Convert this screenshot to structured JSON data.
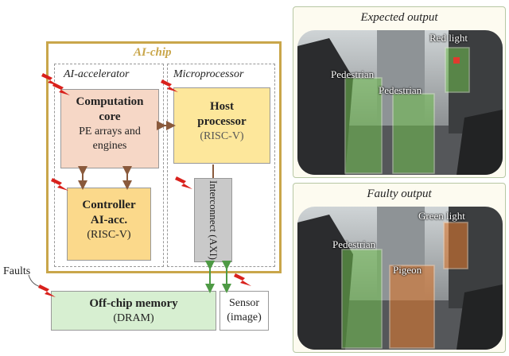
{
  "chip": {
    "title": "AI-chip",
    "accelerator_title": "AI-accelerator",
    "microprocessor_title": "Microprocessor",
    "computation": {
      "title_line1": "Computation",
      "title_line2": "core",
      "sub_line1": "PE arrays and",
      "sub_line2": "engines"
    },
    "host": {
      "title_line1": "Host",
      "title_line2": "processor",
      "sub": "(RISC-V)"
    },
    "controller": {
      "title_line1": "Controller",
      "title_line2": "AI-acc.",
      "sub": "(RISC-V)"
    },
    "interconnect": {
      "label": "Interconnect (AXI)"
    }
  },
  "faults_label": "Faults",
  "offchip": {
    "title": "Off-chip memory",
    "sub": "(DRAM)"
  },
  "sensor": {
    "title": "Sensor",
    "sub": "(image)"
  },
  "expected": {
    "title": "Expected output",
    "labels": {
      "red_light": "Red light",
      "pedestrian_1": "Pedestrian",
      "pedestrian_2": "Pedestrian"
    }
  },
  "faulty": {
    "title": "Faulty output",
    "labels": {
      "green_light": "Green light",
      "pedestrian": "Pedestrian",
      "pigeon": "Pigeon"
    }
  },
  "colors": {
    "chip_border": "#c9a64a",
    "detection_green": "#6fbf4f",
    "detection_orange": "#d9772f",
    "fault_red": "#d9211c",
    "arrow_brown": "#8a5a3c",
    "arrow_green": "#4e9a45"
  }
}
